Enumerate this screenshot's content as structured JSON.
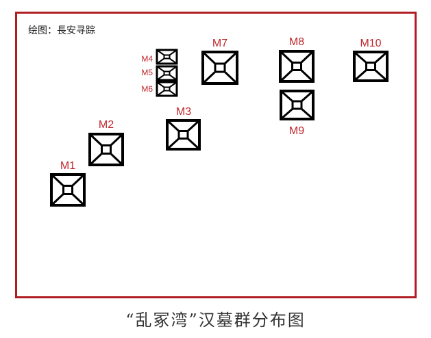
{
  "credit": "绘图：長安寻踪",
  "caption": "“乱冢湾”汉墓群分布图",
  "colors": {
    "frame": "#b01e23",
    "label": "#c0272d",
    "tomb": "#000000"
  },
  "tombs": [
    {
      "id": "M1",
      "label": "M1"
    },
    {
      "id": "M2",
      "label": "M2"
    },
    {
      "id": "M3",
      "label": "M3"
    },
    {
      "id": "M4",
      "label": "M4"
    },
    {
      "id": "M5",
      "label": "M5"
    },
    {
      "id": "M6",
      "label": "M6"
    },
    {
      "id": "M7",
      "label": "M7"
    },
    {
      "id": "M8",
      "label": "M8"
    },
    {
      "id": "M9",
      "label": "M9"
    },
    {
      "id": "M10",
      "label": "M10"
    }
  ]
}
